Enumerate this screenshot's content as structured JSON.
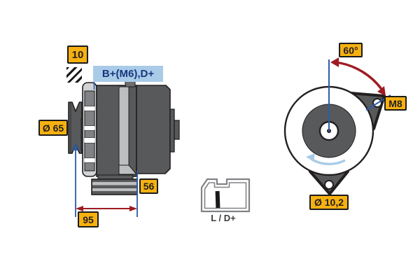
{
  "side_view": {
    "belt_width_label": "10",
    "terminal_label": "B+(M6),D+",
    "pulley_diameter_label": "Ø 65",
    "depth_label": "56",
    "length_label": "95"
  },
  "connector_view": {
    "caption": "L / D+"
  },
  "front_view": {
    "angle_label": "60°",
    "thread_label": "M8",
    "hole_diameter_label": "Ø 10,2"
  },
  "icons": [
    "hatch-icon",
    "rotation-arrow-icon",
    "angle-arc-arrow-icon",
    "dimension-arrow-icon"
  ],
  "colors": {
    "label_bg": "#F6B110",
    "label_text": "#231F20",
    "terminal_label_bg": "#A9CBE8",
    "terminal_label_text": "#16377E",
    "body_dark": "#58595B",
    "body_mid": "#808285",
    "body_light": "#D1D3D4",
    "stripe_light": "#BCBEC0",
    "dimension_blue": "#2A5CAA",
    "dimension_red": "#9E1B20",
    "rotation_arrow_blue": "#A9CBE8",
    "outline": "#231F20",
    "background": "#FFFFFF"
  }
}
